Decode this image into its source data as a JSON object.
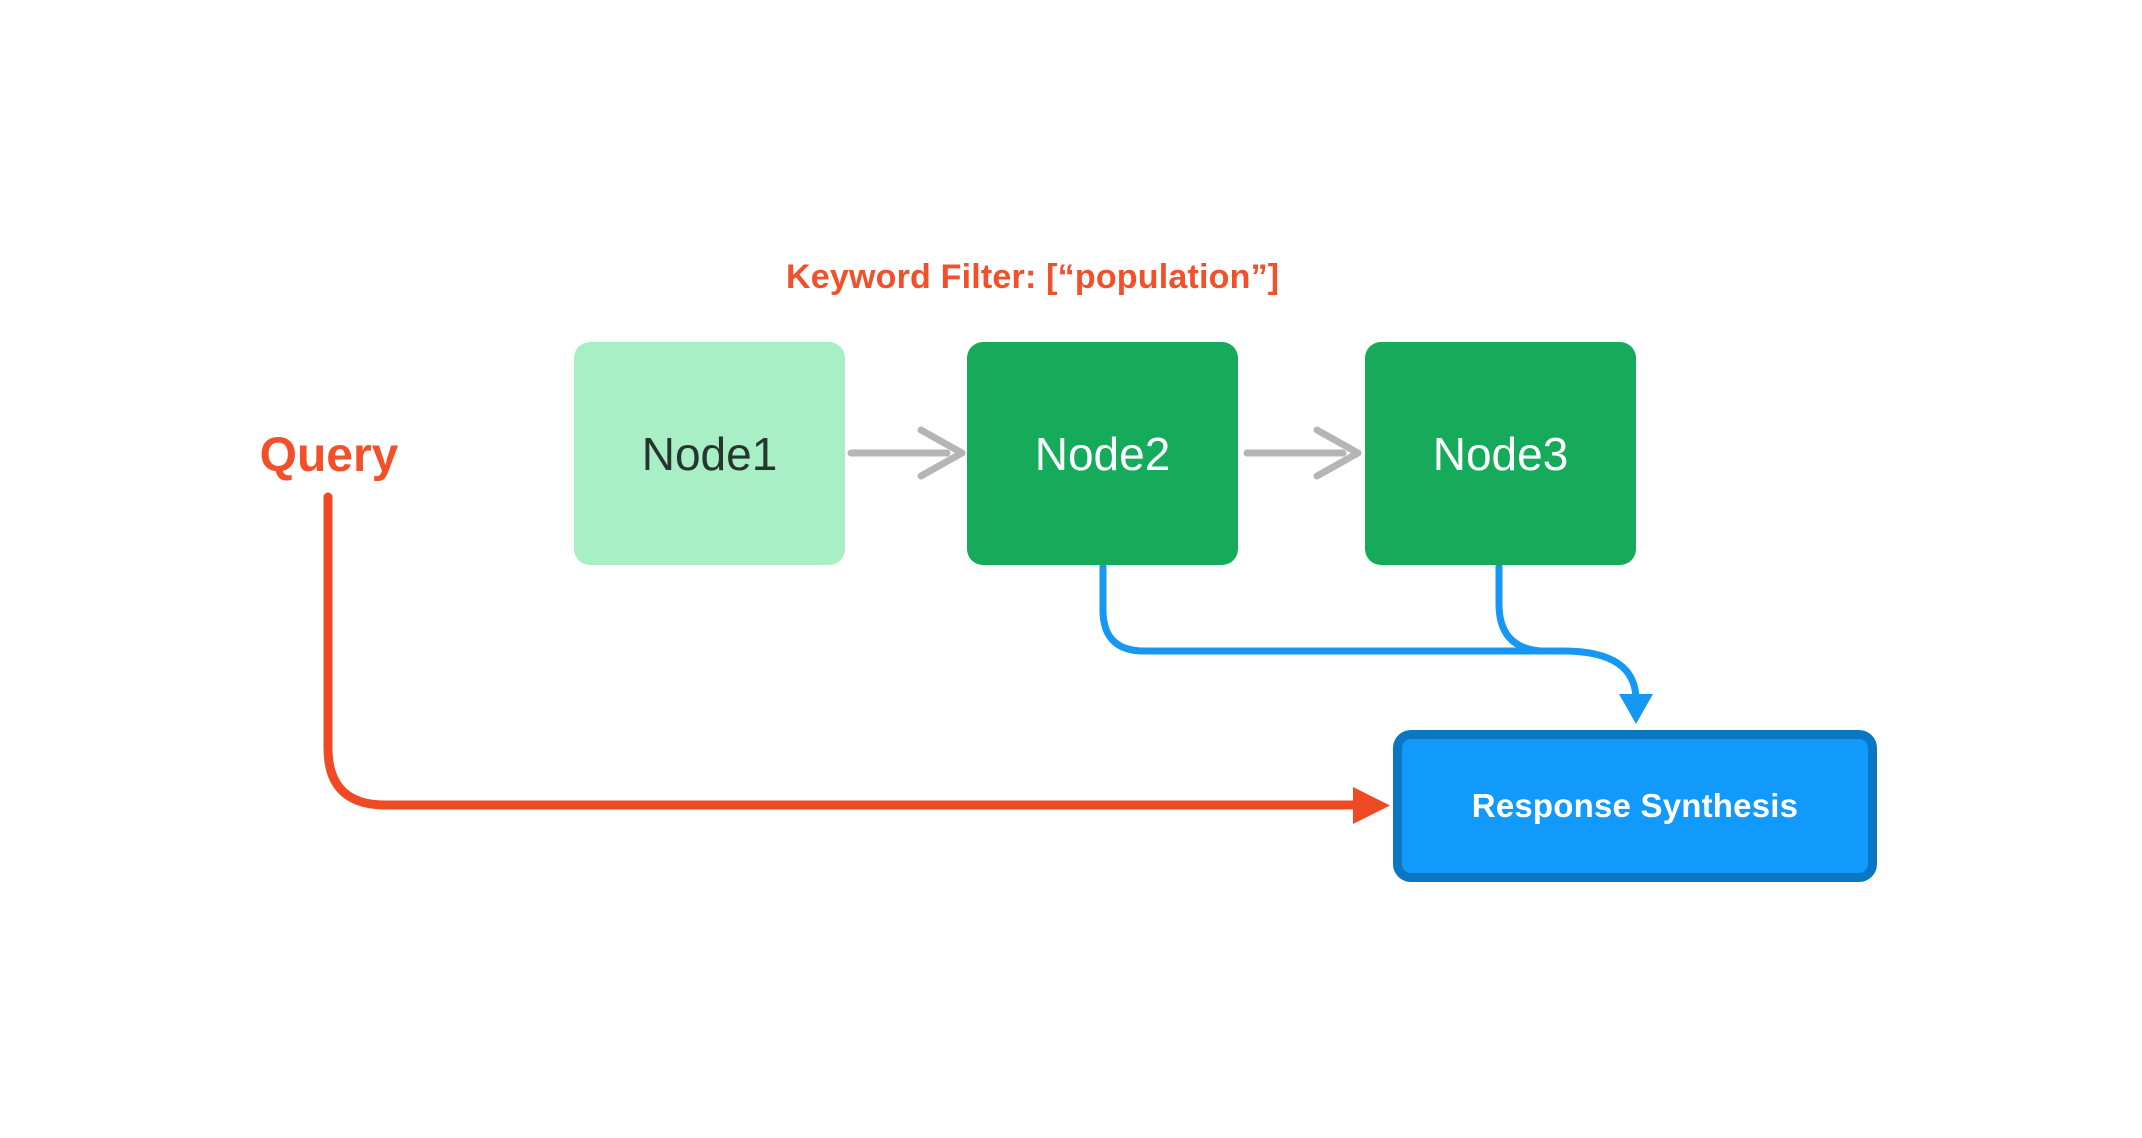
{
  "diagram": {
    "annotation": {
      "keyword_filter": "Keyword Filter: [“population”]"
    },
    "query_label": "Query",
    "nodes": [
      {
        "id": "node1",
        "label": "Node1",
        "variant": "light"
      },
      {
        "id": "node2",
        "label": "Node2",
        "variant": "dark"
      },
      {
        "id": "node3",
        "label": "Node3",
        "variant": "dark"
      }
    ],
    "response_box": {
      "label": "Response Synthesis"
    },
    "colors": {
      "label_red": "#F2502B",
      "arrow_red": "#EF4A24",
      "node_light_green": "#A9EFC5",
      "node_green": "#16AB5B",
      "node_light_text": "#26352E",
      "node_dark_text": "#FFFFFF",
      "arrow_gray": "#B5B5B5",
      "arrow_blue": "#1697F4",
      "response_fill": "#119AFC",
      "response_border": "#0B77C3"
    }
  }
}
